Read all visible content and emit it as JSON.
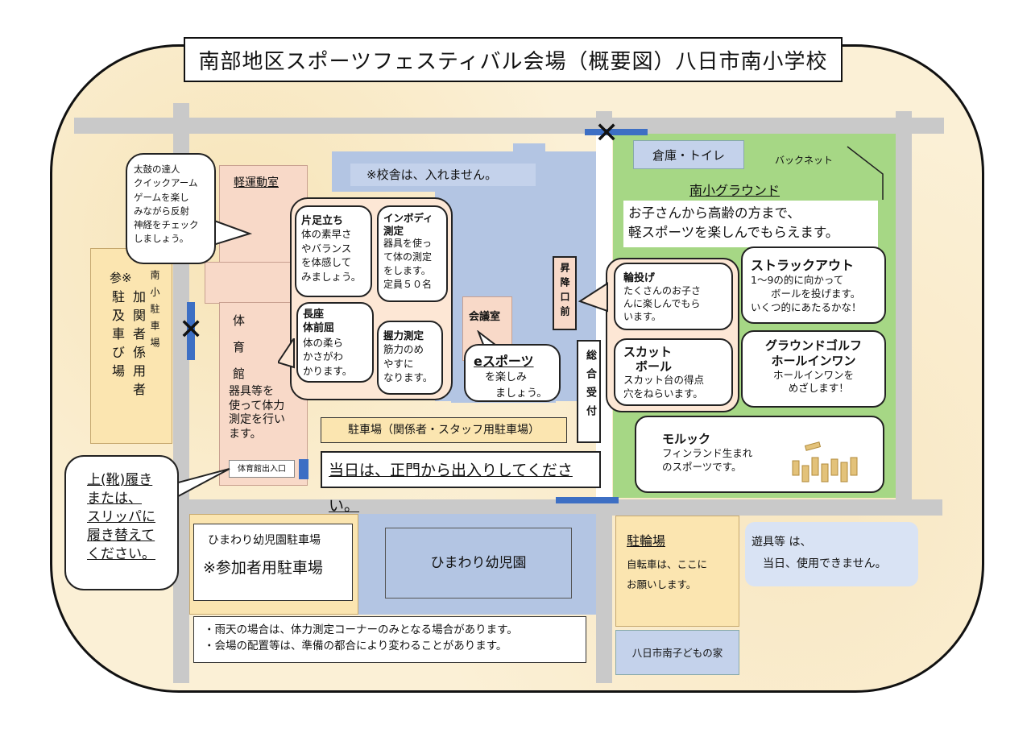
{
  "title": "南部地区スポーツフェスティバル会場（概要図）八日市南小学校",
  "taiko_bubble": "太鼓の達人\nクイックアーム\nゲームを楽し\nみながら反射\n神経をチェック\nしましょう。",
  "karuundo": "軽運動室",
  "kosha_note": "※校舎は、入れません。",
  "kataashi": {
    "title": "片足立ち",
    "body": "体の素早さ\nやバランス\nを体感して\nみましょう。"
  },
  "inbody": {
    "title": "インボディ\n測定",
    "body": "器具を使っ\nて体の測定\nをします。\n定員５０名"
  },
  "choza": {
    "title": "長座\n体前屈",
    "body": "体の柔ら\nかさがわ\nかります。"
  },
  "akuryoku": {
    "title": "握力測定",
    "body": "筋力のめ\nやすに\nなります。"
  },
  "parking_participants": {
    "prefix": "参※",
    "vertical": "加関者係用者駐及車び場"
  },
  "minami_parking": "南小駐車場",
  "gym": {
    "vertical": "体育館",
    "body": "器具等を\n使って体力\n測定を行い\nます。",
    "entrance": "体育館出入口"
  },
  "kaigishitsu": "会議室",
  "esports": {
    "title": "eスポーツ",
    "body": "を楽しみ\n　ましょう。"
  },
  "staff_parking": "駐車場（関係者・スタッフ用駐車場）",
  "main_gate_note": "当日は、正門から出入りしてください。",
  "shoes_note": "上(靴)履き\nまたは、\nスリッパに\n履き替えて\nください。",
  "shokoguchi": "昇降口前",
  "sogo_uketsuke": "総合受付",
  "souko_toilet": "倉庫・トイレ",
  "backnet": "バックネット",
  "ground": {
    "name": "南小グラウンド",
    "desc": "お子さんから高齢の方まで、\n軽スポーツを楽しんでもらえます。"
  },
  "wanage": {
    "title": "輪投げ",
    "body": "たくさんのお子さ\nんに楽しんでもら\nいます。"
  },
  "struck_out": {
    "title": "ストラックアウト",
    "body": "1～9の的に向かって\n　　ボールを投げます。\nいくつ的にあたるかな！"
  },
  "scat_ball": {
    "title": "スカット\n　ボール",
    "body": "スカット台の得点\n穴をねらいます。"
  },
  "ground_golf": {
    "title": "グラウンドゴルフ\nホールインワン",
    "body": "ホールインワンを\n　めざします！"
  },
  "molkky": {
    "title": "モルック",
    "body": "フィンランド生まれ\nのスポーツです。"
  },
  "himawari_parking": {
    "name": "ひまわり幼児園駐車場",
    "note": "※参加者用駐車場"
  },
  "himawari": "ひまわり幼児園",
  "bicycle": {
    "title": "駐輪場",
    "body": "自転車は、ここに\nお願いします。"
  },
  "playground_note": "遊具等 は、\n　当日、使用できません。",
  "kodomo_house": "八日市南子どもの家",
  "notes": [
    "・雨天の場合は、体力測定コーナーのみとなる場合があります。",
    "・会場の配置等は、準備の都合により変わることがあります。"
  ],
  "colors": {
    "ground": "#a6d785",
    "school": "#b3c5e3",
    "gym": "#f8d9c8",
    "parking": "#fbe5b0",
    "road": "#c9c9c9",
    "closed_bar": "#3d6fc4"
  }
}
